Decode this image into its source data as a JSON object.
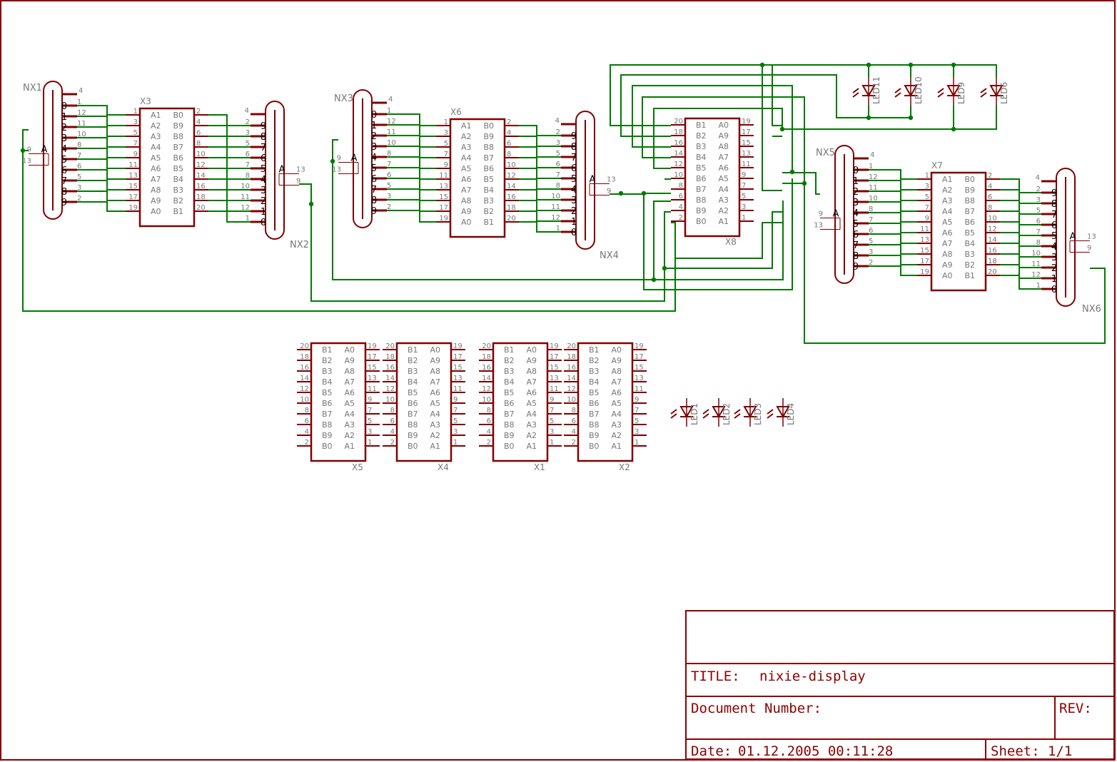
{
  "colors": {
    "frame": "#8b0000",
    "part": "#800000",
    "wire": "#007a00",
    "pin": "#800000",
    "label": "#777777",
    "junction": "#007a00"
  },
  "title_block": {
    "title_label": "TITLE:",
    "title_value": "nixie-display",
    "doc_label": "Document Number:",
    "rev_label": "REV:",
    "date_label": "Date:",
    "date_value": "01.12.2005 00:11:28",
    "sheet_label": "Sheet:",
    "sheet_value": "1/1"
  },
  "nixies": [
    {
      "name": "NX1",
      "side": "left",
      "anode": "A",
      "digits": [
        "0",
        "1",
        "2",
        "3",
        "4",
        "5",
        "6",
        "7",
        "8",
        "9"
      ],
      "pins": [
        "1",
        "12",
        "11",
        "10",
        "8",
        "7",
        "6",
        "5",
        "3",
        "2"
      ],
      "top_pin": "4",
      "a_pins": [
        "9",
        "13"
      ]
    },
    {
      "name": "NX2",
      "side": "right",
      "anode": "A",
      "digits": [
        "9",
        "8",
        "7",
        "6",
        "5",
        "4",
        "3",
        "2",
        "1",
        "0"
      ],
      "pins": [
        "2",
        "3",
        "5",
        "6",
        "7",
        "8",
        "10",
        "11",
        "12",
        "1"
      ],
      "top_pin": "4",
      "a_pins": [
        "13",
        "9"
      ]
    },
    {
      "name": "NX3",
      "side": "left",
      "anode": "A",
      "digits": [
        "0",
        "1",
        "2",
        "3",
        "4",
        "5",
        "6",
        "7",
        "8",
        "9"
      ],
      "pins": [
        "1",
        "12",
        "11",
        "10",
        "8",
        "7",
        "6",
        "5",
        "3",
        "2"
      ],
      "top_pin": "4",
      "a_pins": [
        "9",
        "13"
      ]
    },
    {
      "name": "NX4",
      "side": "right",
      "anode": "A",
      "digits": [
        "9",
        "8",
        "7",
        "6",
        "5",
        "4",
        "3",
        "2",
        "1",
        "0"
      ],
      "pins": [
        "2",
        "3",
        "5",
        "6",
        "7",
        "8",
        "10",
        "11",
        "12",
        "1"
      ],
      "top_pin": "4",
      "a_pins": [
        "13",
        "9"
      ]
    },
    {
      "name": "NX5",
      "side": "left",
      "anode": "A",
      "digits": [
        "0",
        "1",
        "2",
        "3",
        "4",
        "5",
        "6",
        "7",
        "8",
        "9"
      ],
      "pins": [
        "1",
        "12",
        "11",
        "10",
        "8",
        "7",
        "6",
        "5",
        "3",
        "2"
      ],
      "top_pin": "4",
      "a_pins": [
        "9",
        "13"
      ]
    },
    {
      "name": "NX6",
      "side": "right",
      "anode": "A",
      "digits": [
        "9",
        "8",
        "7",
        "6",
        "5",
        "4",
        "3",
        "2",
        "1",
        "0"
      ],
      "pins": [
        "2",
        "3",
        "5",
        "6",
        "7",
        "8",
        "10",
        "11",
        "12",
        "1"
      ],
      "top_pin": "4",
      "a_pins": [
        "13",
        "9"
      ]
    }
  ],
  "connectors_ab": [
    {
      "name": "X3",
      "left_labels": [
        "A1",
        "A2",
        "A3",
        "A4",
        "A5",
        "A6",
        "A7",
        "A8",
        "A9",
        "A0"
      ],
      "right_labels": [
        "B0",
        "B9",
        "B8",
        "B7",
        "B6",
        "B5",
        "B4",
        "B3",
        "B2",
        "B1"
      ],
      "left_pins": [
        "1",
        "3",
        "5",
        "7",
        "9",
        "11",
        "13",
        "15",
        "17",
        "19"
      ],
      "right_pins": [
        "2",
        "4",
        "6",
        "8",
        "10",
        "12",
        "14",
        "16",
        "18",
        "20"
      ]
    },
    {
      "name": "X6",
      "left_labels": [
        "A1",
        "A2",
        "A3",
        "A4",
        "A5",
        "A6",
        "A7",
        "A8",
        "A9",
        "A0"
      ],
      "right_labels": [
        "B0",
        "B9",
        "B8",
        "B7",
        "B6",
        "B5",
        "B4",
        "B3",
        "B2",
        "B1"
      ],
      "left_pins": [
        "1",
        "3",
        "5",
        "7",
        "9",
        "11",
        "13",
        "15",
        "17",
        "19"
      ],
      "right_pins": [
        "2",
        "4",
        "6",
        "8",
        "10",
        "12",
        "14",
        "16",
        "18",
        "20"
      ]
    },
    {
      "name": "X7",
      "left_labels": [
        "A1",
        "A2",
        "A3",
        "A4",
        "A5",
        "A6",
        "A7",
        "A8",
        "A9",
        "A0"
      ],
      "right_labels": [
        "B0",
        "B9",
        "B8",
        "B7",
        "B6",
        "B5",
        "B4",
        "B3",
        "B2",
        "B1"
      ],
      "left_pins": [
        "1",
        "3",
        "5",
        "7",
        "9",
        "11",
        "13",
        "15",
        "17",
        "19"
      ],
      "right_pins": [
        "2",
        "4",
        "6",
        "8",
        "10",
        "12",
        "14",
        "16",
        "18",
        "20"
      ]
    }
  ],
  "connectors_ba": [
    {
      "name": "X8",
      "left_labels": [
        "B1",
        "B2",
        "B3",
        "B4",
        "B5",
        "B6",
        "B7",
        "B8",
        "B9",
        "B0"
      ],
      "right_labels": [
        "A0",
        "A9",
        "A8",
        "A7",
        "A6",
        "A5",
        "A4",
        "A3",
        "A2",
        "A1"
      ],
      "left_pins": [
        "20",
        "18",
        "16",
        "14",
        "12",
        "10",
        "8",
        "6",
        "4",
        "2"
      ],
      "right_pins": [
        "19",
        "17",
        "15",
        "13",
        "11",
        "9",
        "7",
        "5",
        "3",
        "1"
      ]
    },
    {
      "name": "X5",
      "left_labels": [
        "B1",
        "B2",
        "B3",
        "B4",
        "B5",
        "B6",
        "B7",
        "B8",
        "B9",
        "B0"
      ],
      "right_labels": [
        "A0",
        "A9",
        "A8",
        "A7",
        "A6",
        "A5",
        "A4",
        "A3",
        "A2",
        "A1"
      ],
      "left_pins": [
        "20",
        "18",
        "16",
        "14",
        "12",
        "10",
        "8",
        "6",
        "4",
        "2"
      ],
      "right_pins": [
        "19",
        "17",
        "15",
        "13",
        "11",
        "9",
        "7",
        "5",
        "3",
        "1"
      ]
    },
    {
      "name": "X4",
      "left_labels": [
        "B1",
        "B2",
        "B3",
        "B4",
        "B5",
        "B6",
        "B7",
        "B8",
        "B9",
        "B0"
      ],
      "right_labels": [
        "A0",
        "A9",
        "A8",
        "A7",
        "A6",
        "A5",
        "A4",
        "A3",
        "A2",
        "A1"
      ],
      "left_pins": [
        "20",
        "18",
        "16",
        "14",
        "12",
        "10",
        "8",
        "6",
        "4",
        "2"
      ],
      "right_pins": [
        "19",
        "17",
        "15",
        "13",
        "11",
        "9",
        "7",
        "5",
        "3",
        "1"
      ]
    },
    {
      "name": "X1",
      "left_labels": [
        "B1",
        "B2",
        "B3",
        "B4",
        "B5",
        "B6",
        "B7",
        "B8",
        "B9",
        "B0"
      ],
      "right_labels": [
        "A0",
        "A9",
        "A8",
        "A7",
        "A6",
        "A5",
        "A4",
        "A3",
        "A2",
        "A1"
      ],
      "left_pins": [
        "20",
        "18",
        "16",
        "14",
        "12",
        "10",
        "8",
        "6",
        "4",
        "2"
      ],
      "right_pins": [
        "19",
        "17",
        "15",
        "13",
        "11",
        "9",
        "7",
        "5",
        "3",
        "1"
      ]
    },
    {
      "name": "X2",
      "left_labels": [
        "B1",
        "B2",
        "B3",
        "B4",
        "B5",
        "B6",
        "B7",
        "B8",
        "B9",
        "B0"
      ],
      "right_labels": [
        "A0",
        "A9",
        "A8",
        "A7",
        "A6",
        "A5",
        "A4",
        "A3",
        "A2",
        "A1"
      ],
      "left_pins": [
        "20",
        "18",
        "16",
        "14",
        "12",
        "10",
        "8",
        "6",
        "4",
        "2"
      ],
      "right_pins": [
        "19",
        "17",
        "15",
        "13",
        "11",
        "9",
        "7",
        "5",
        "3",
        "1"
      ]
    }
  ],
  "leds": [
    "LED11",
    "LED10",
    "LED9",
    "LED6",
    "LED1",
    "LED2",
    "LED3",
    "LED4"
  ]
}
